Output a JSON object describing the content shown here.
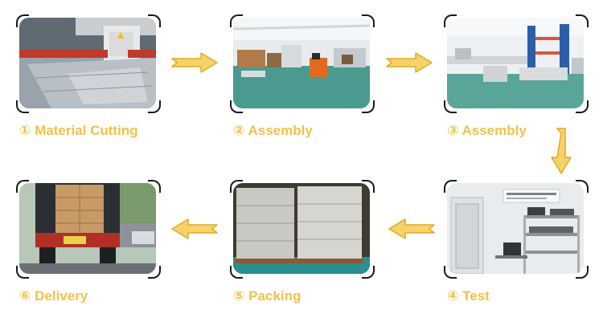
{
  "colors": {
    "accent": "#f0c24a",
    "arrow_fill": "#f5d36a",
    "arrow_stroke": "#e3a923"
  },
  "steps": [
    {
      "number": "①",
      "label": "Material Cutting",
      "image": "laser-cutting-machine-photo"
    },
    {
      "number": "②",
      "label": "Assembly",
      "image": "factory-floor-forklift-photo"
    },
    {
      "number": "③",
      "label": "Assembly",
      "image": "assembly-line-photo"
    },
    {
      "number": "④",
      "label": "Test",
      "image": "test-lab-shelves-photo"
    },
    {
      "number": "⑤",
      "label": "Packing",
      "image": "packed-pallets-photo"
    },
    {
      "number": "⑥",
      "label": "Delivery",
      "image": "delivery-truck-photo"
    }
  ],
  "arrows": [
    {
      "from": 1,
      "to": 2,
      "direction": "right"
    },
    {
      "from": 2,
      "to": 3,
      "direction": "right"
    },
    {
      "from": 3,
      "to": 4,
      "direction": "down"
    },
    {
      "from": 4,
      "to": 5,
      "direction": "left"
    },
    {
      "from": 5,
      "to": 6,
      "direction": "left"
    }
  ]
}
